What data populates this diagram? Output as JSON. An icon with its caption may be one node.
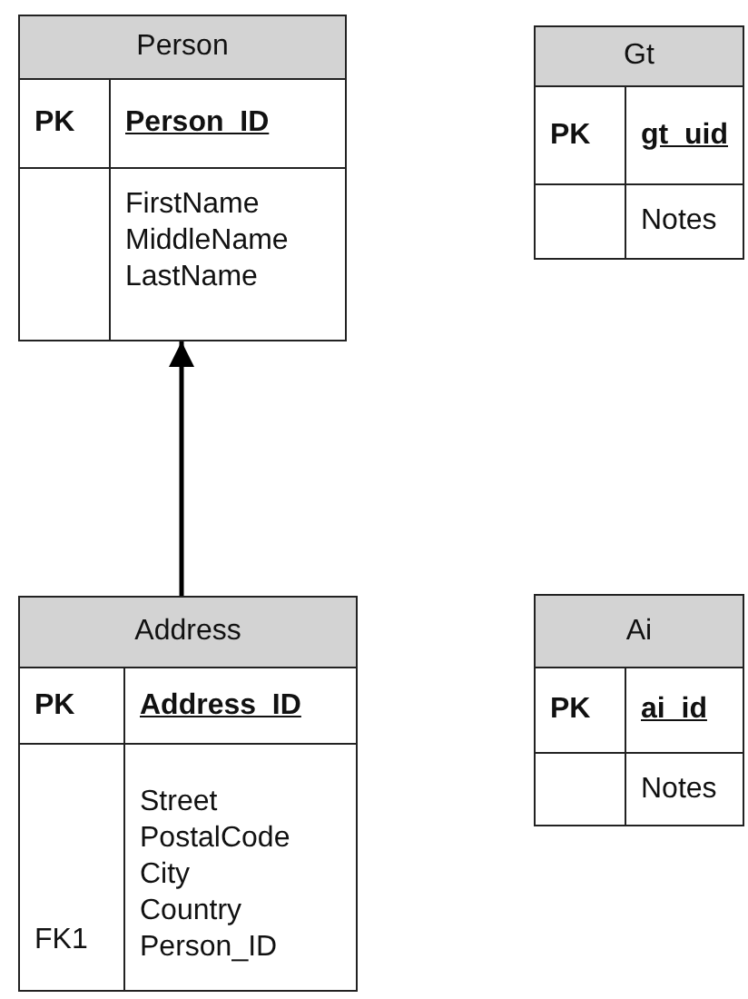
{
  "diagram": {
    "nodes": [
      {
        "text": [
          "Person",
          "PK",
          "Person_ID",
          "FirstName MiddleName LastName"
        ]
      },
      {
        "text": [
          "Gt",
          "PK",
          "gt_uid",
          "Notes"
        ]
      },
      {
        "text": [
          "Address",
          "PK",
          "Address_ID",
          "FK1",
          "Street PostalCode City Country Person_ID"
        ]
      },
      {
        "text": [
          "Ai",
          "PK",
          "ai_id",
          "Notes"
        ]
      }
    ],
    "edges": [
      {
        "from": 2,
        "to": 0,
        "arrow": "to"
      }
    ]
  }
}
